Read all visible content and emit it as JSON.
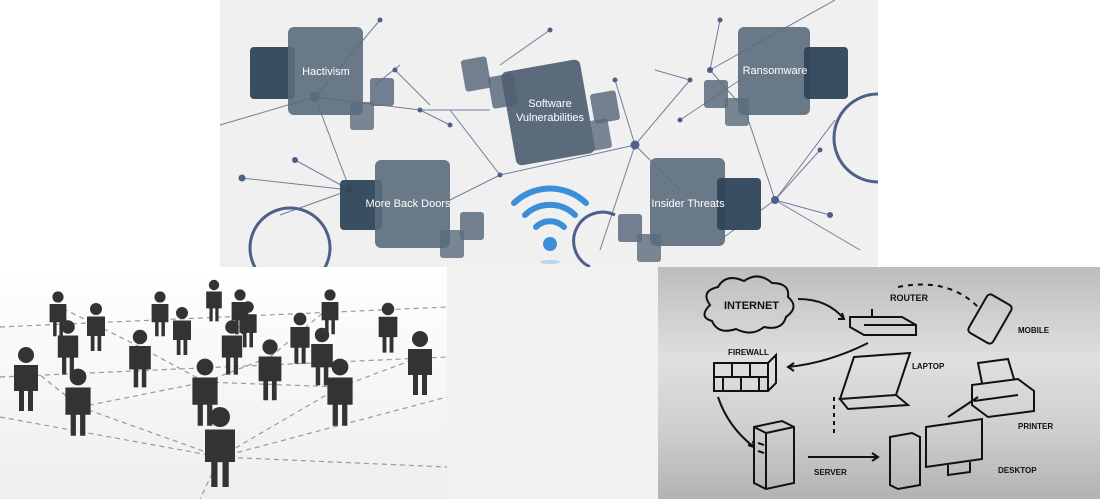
{
  "threats": {
    "hactivism": "Hactivism",
    "software_line1": "Software",
    "software_line2": "Vulnerabilities",
    "ransomware": "Ransomware",
    "back_doors": "More Back Doors",
    "insider": "Insider Threats"
  },
  "network": {
    "internet": "INTERNET",
    "router": "ROUTER",
    "mobile": "MOBILE",
    "firewall": "FIREWALL",
    "laptop": "LAPTOP",
    "printer": "PRINTER",
    "server": "SERVER",
    "desktop": "DESKTOP"
  },
  "colors": {
    "tile": "#3f5568",
    "node": "#4e5f8a",
    "wifi": "#3b8fd8"
  }
}
